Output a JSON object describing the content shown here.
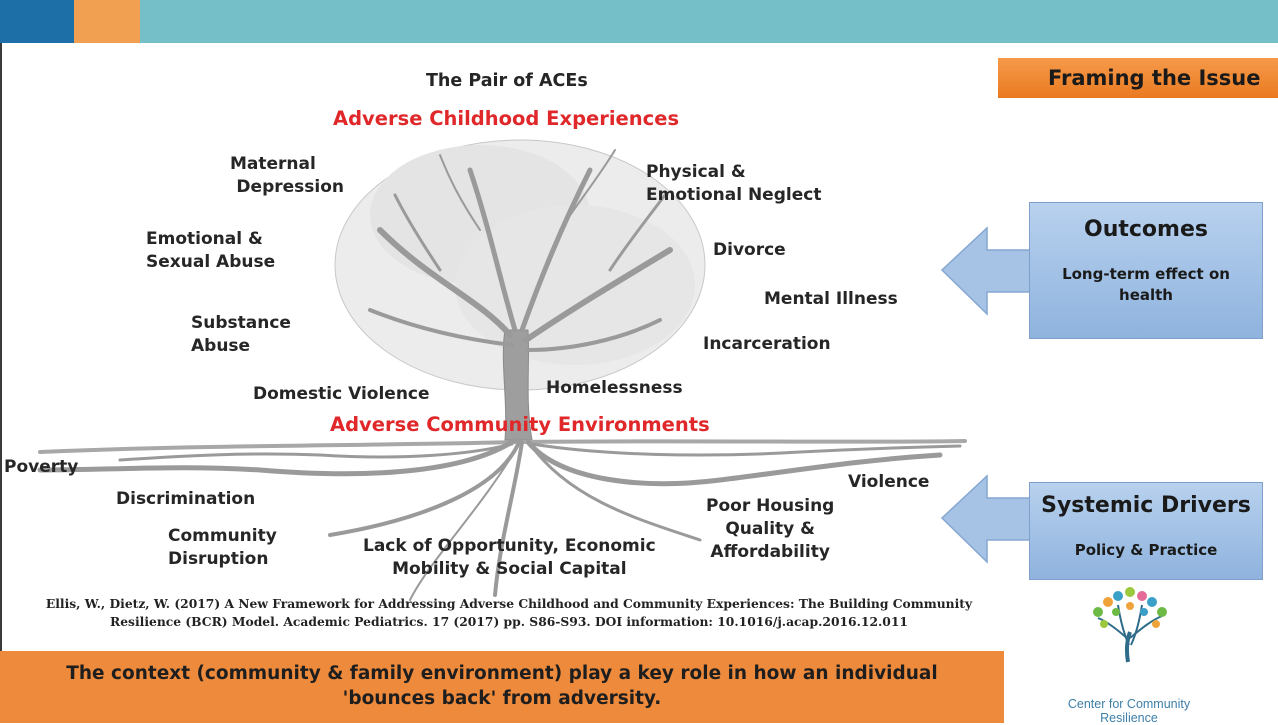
{
  "header": {
    "framing": "Framing the Issue"
  },
  "diagram": {
    "title": "The Pair of ACEs",
    "top_heading": "Adverse Childhood Experiences",
    "bottom_heading": "Adverse Community Environments",
    "childhood_items": {
      "maternal": [
        "Maternal",
        "Depression"
      ],
      "emotional": [
        "Emotional &",
        "Sexual Abuse"
      ],
      "substance": [
        "Substance",
        "Abuse"
      ],
      "domestic": "Domestic Violence",
      "physical": [
        "Physical &",
        "Emotional Neglect"
      ],
      "divorce": "Divorce",
      "mental": "Mental Illness",
      "incarceration": "Incarceration",
      "homelessness": "Homelessness"
    },
    "community_items": {
      "poverty": "Poverty",
      "discrimination": "Discrimination",
      "disruption": [
        "Community",
        "Disruption"
      ],
      "opportunity": [
        "Lack of Opportunity, Economic",
        "Mobility & Social Capital"
      ],
      "housing": [
        "Poor Housing",
        "Quality &",
        "Affordability"
      ],
      "violence": "Violence"
    }
  },
  "outcomes_box": {
    "title": "Outcomes",
    "subtitle": [
      "Long-term effect on",
      "health"
    ]
  },
  "drivers_box": {
    "title": "Systemic Drivers",
    "subtitle": "Policy & Practice"
  },
  "citation": [
    "Ellis, W., Dietz, W. (2017)  A New Framework for Addressing Adverse Childhood and Community Experiences: The Building Community",
    "Resilience (BCR) Model. Academic Pediatrics. 17 (2017) pp. S86-S93. DOI information: 10.1016/j.acap.2016.12.011"
  ],
  "banner": [
    "The context (community & family environment) play a key role in how an individual",
    "'bounces back' from adversity."
  ],
  "logo": {
    "caption": "Center for Community Resilience"
  },
  "colors": {
    "accent_red": "#e0272a",
    "banner_orange": "#ee8a3c",
    "box_blue": "#9dbde4",
    "topbar_teal": "#74bfc8"
  }
}
